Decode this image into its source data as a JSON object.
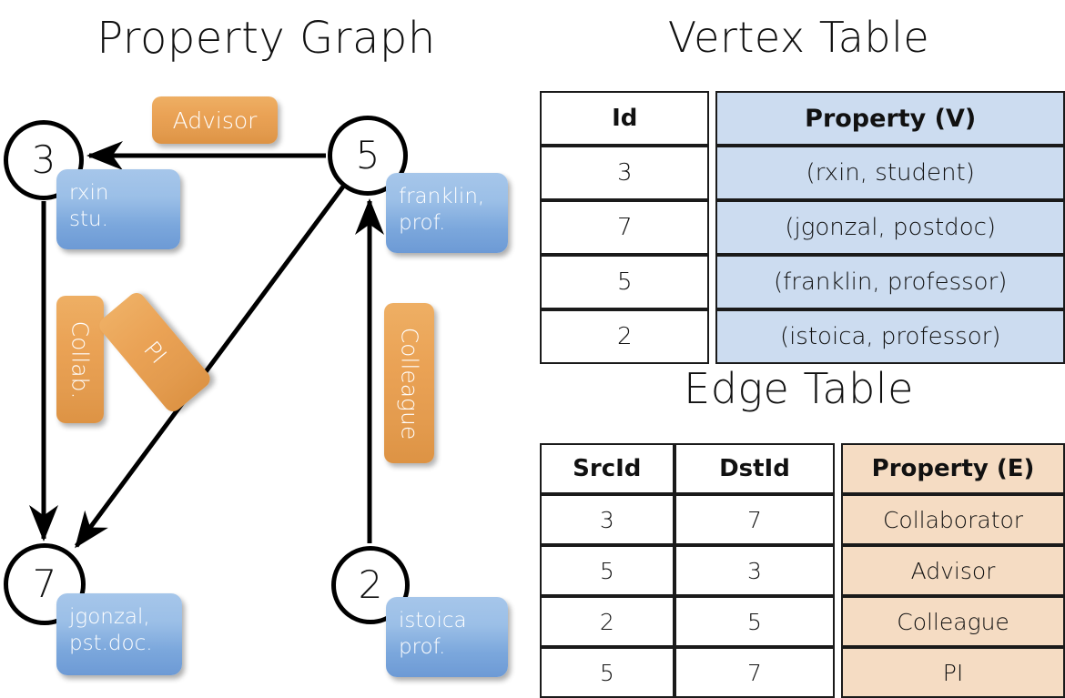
{
  "panels": {
    "graph_title": "Property Graph",
    "vertex_title": "Vertex Table",
    "edge_title": "Edge Table"
  },
  "colors": {
    "vertex_property_fill": "#ccdcf0",
    "edge_property_fill": "#f5dcc3",
    "node_property_box": "#7ba7dc",
    "edge_label_box": "#e9a255",
    "stroke": "#000000"
  },
  "graph": {
    "nodes": [
      {
        "id": "3",
        "property_lines": "rxin\nstu."
      },
      {
        "id": "5",
        "property_lines": "franklin,\nprof."
      },
      {
        "id": "7",
        "property_lines": "jgonzal,\npst.doc."
      },
      {
        "id": "2",
        "property_lines": "istoica\nprof."
      }
    ],
    "edge_labels": [
      {
        "name": "advisor",
        "text": "Advisor"
      },
      {
        "name": "collab",
        "text": "Collab."
      },
      {
        "name": "pi",
        "text": "PI"
      },
      {
        "name": "colleague",
        "text": "Colleague"
      }
    ],
    "edges": [
      {
        "from": "5",
        "to": "3",
        "label": "Advisor"
      },
      {
        "from": "3",
        "to": "7",
        "label": "Collab."
      },
      {
        "from": "5",
        "to": "7",
        "label": "PI"
      },
      {
        "from": "2",
        "to": "5",
        "label": "Colleague"
      }
    ]
  },
  "vertex_table": {
    "headers": [
      "Id",
      "Property (V)"
    ],
    "rows": [
      {
        "id": "3",
        "property": "(rxin, student)"
      },
      {
        "id": "7",
        "property": "(jgonzal, postdoc)"
      },
      {
        "id": "5",
        "property": "(franklin, professor)"
      },
      {
        "id": "2",
        "property": "(istoica, professor)"
      }
    ]
  },
  "edge_table": {
    "headers": [
      "SrcId",
      "DstId",
      "Property (E)"
    ],
    "rows": [
      {
        "src": "3",
        "dst": "7",
        "property": "Collaborator"
      },
      {
        "src": "5",
        "dst": "3",
        "property": "Advisor"
      },
      {
        "src": "2",
        "dst": "5",
        "property": "Colleague"
      },
      {
        "src": "5",
        "dst": "7",
        "property": "PI"
      }
    ]
  }
}
